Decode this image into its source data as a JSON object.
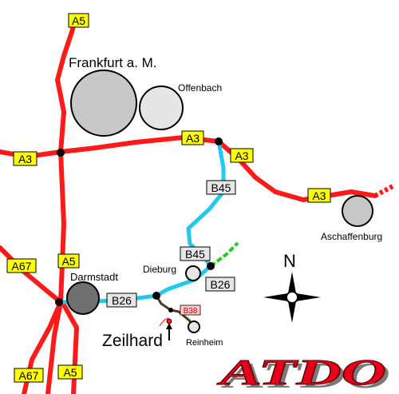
{
  "roads": {
    "a5_top": "A5",
    "a5_mid": "A5",
    "a5_bottom": "A5",
    "a3_left": "A3",
    "a3_mid": "A3",
    "a3_right": "A3",
    "a3_far": "A3",
    "a67_top": "A67",
    "a67_bottom": "A67",
    "b45_upper": "B45",
    "b45_lower": "B45",
    "b26_left": "B26",
    "b26_right": "B26",
    "b38": "B38"
  },
  "places": {
    "frankfurt": "Frankfurt a. M.",
    "offenbach": "Offenbach",
    "aschaffenburg": "Aschaffenburg",
    "darmstadt": "Darmstadt",
    "dieburg": "Dieburg",
    "reinheim": "Reinheim",
    "zeilhard": "Zeilhard"
  },
  "compass": {
    "north": "N"
  },
  "logo": "ATDO",
  "colors": {
    "autobahn": "#ff1a1a",
    "federal_road": "#22c8ee",
    "local_road": "#4a3a1a",
    "green_road": "#22cc22",
    "a_label_bg": "#ffff00",
    "b_label_bg": "#e6e6e6",
    "b38_bg": "#ffcccc",
    "city_large": "#c8c8c8",
    "city_medium": "#e6e6e6",
    "city_dark": "#707070",
    "logo_red": "#e8001a"
  }
}
